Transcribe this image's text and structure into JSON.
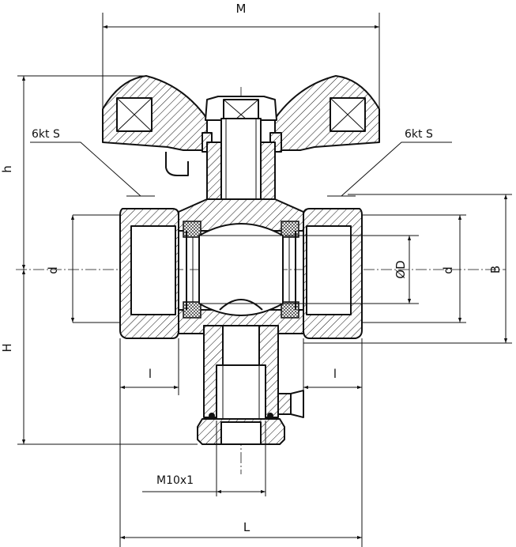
{
  "labels": {
    "M": "M",
    "h": "h",
    "H": "H",
    "hex_left": "6kt S",
    "hex_right": "6kt S",
    "d_left": "d",
    "d_right": "d",
    "phiD": "ØD",
    "B": "B",
    "l_left": "l",
    "l_right": "l",
    "thread": "M10x1",
    "L": "L"
  }
}
